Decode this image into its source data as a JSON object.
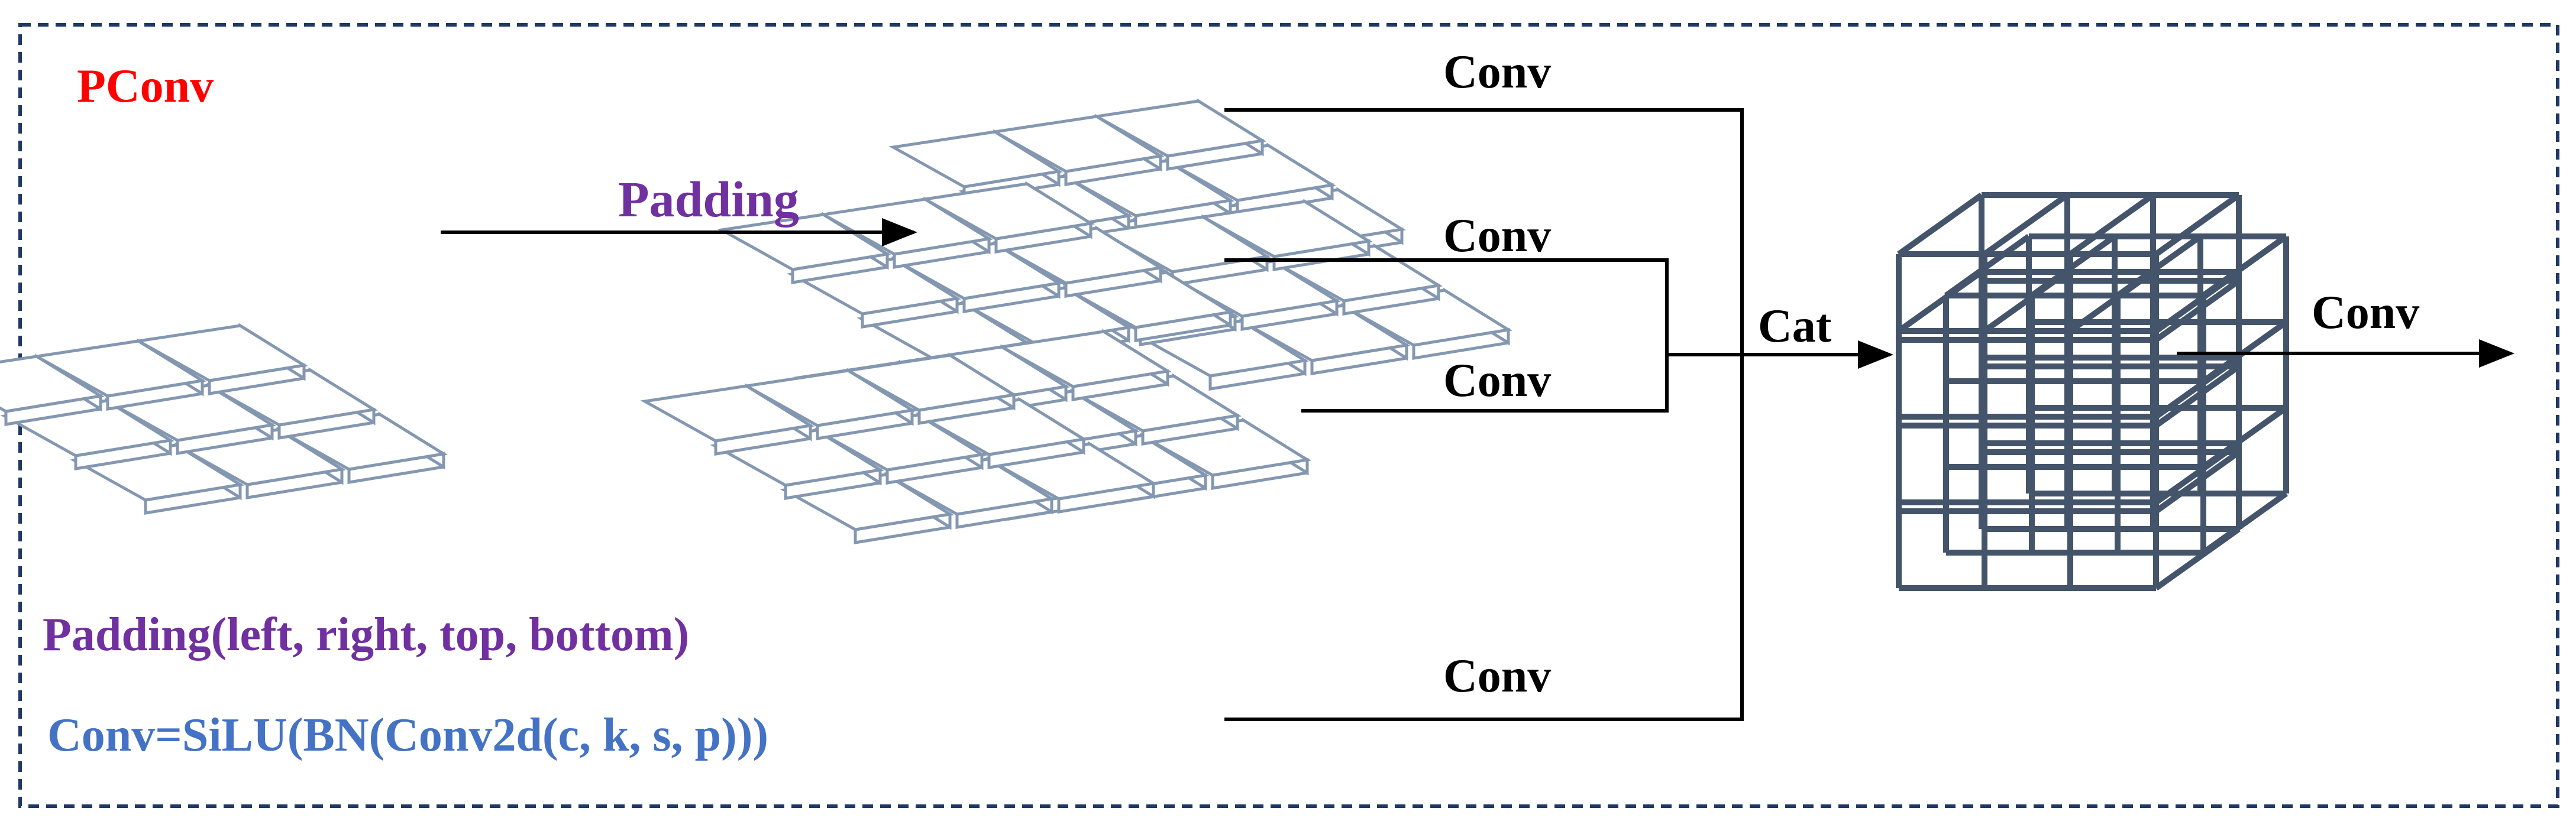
{
  "title": "PConv",
  "labels": {
    "padding": "Padding",
    "conv_top": "Conv",
    "conv_mid1": "Conv",
    "conv_mid2": "Conv",
    "conv_bottom": "Conv",
    "cat": "Cat",
    "conv_out": "Conv"
  },
  "legend": {
    "padding_def": "Padding(left, right, top, bottom)",
    "conv_def": "Conv=SiLU(BN(Conv2d(c, k, s, p)))"
  },
  "colors": {
    "title": "#ff0000",
    "padding": "#7030a0",
    "conv_def": "#4472c4",
    "text": "#000000",
    "frame": "#1f3864",
    "tile_stroke": "#8497b0",
    "cube_stroke": "#44546a"
  }
}
